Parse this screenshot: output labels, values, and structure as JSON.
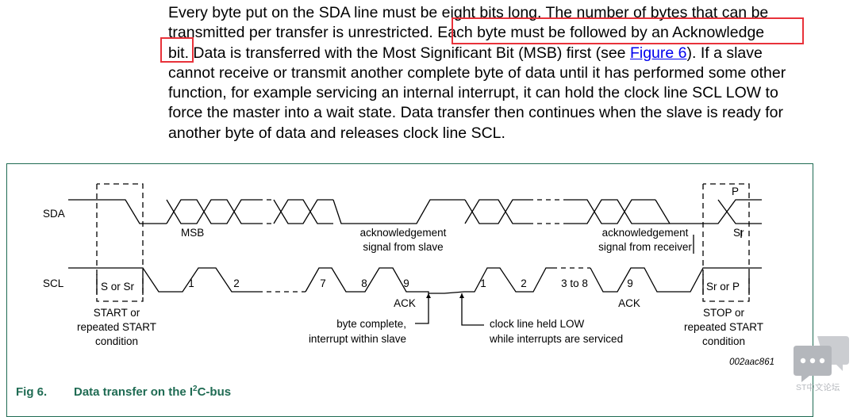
{
  "paragraph": {
    "lines": [
      "Every byte put on the SDA line must be eight bits long. The number of bytes that can be",
      "transmitted per transfer is unrestricted. Each byte must be followed by an Acknowledge",
      "bit. Data is transferred with the Most Significant Bit (MSB) first (see ",
      "Figure 6",
      "). If a slave",
      "cannot receive or transmit another complete byte of data until it has performed some other",
      "function, for example servicing an internal interrupt, it can hold the clock line SCL LOW to",
      "force the master into a wait state. Data transfer then continues when the slave is ready for",
      "another byte of data and releases clock line SCL."
    ]
  },
  "highlight_color": "#e8323a",
  "figure": {
    "sda_label": "SDA",
    "scl_label": "SCL",
    "p_label": "P",
    "sr_label": "Sr",
    "msb_label": "MSB",
    "ack_signal_slave": [
      "acknowledgement",
      "signal from slave"
    ],
    "ack_signal_receiver": [
      "acknowledgement",
      "signal from receiver"
    ],
    "s_or_sr": "S or Sr",
    "sr_or_p": "Sr or P",
    "clock_numbers_1": [
      "1",
      "2",
      "7",
      "8",
      "9"
    ],
    "clock_numbers_2": [
      "1",
      "2",
      "3 to 8",
      "9"
    ],
    "ack_label": "ACK",
    "start_cond": [
      "START or",
      "repeated START",
      "condition"
    ],
    "byte_complete": [
      "byte complete,",
      "interrupt within slave"
    ],
    "clock_held": [
      "clock line held LOW",
      "while interrupts are serviced"
    ],
    "stop_cond": [
      "STOP or",
      "repeated START",
      "condition"
    ],
    "fig_code": "002aac861",
    "frame_color": "#1f6b53"
  },
  "caption": {
    "number": "Fig 6.",
    "title_pre": "Data transfer on the I",
    "title_sup": "2",
    "title_post": "C-bus"
  },
  "watermark": {
    "text": "ST中文论坛",
    "icon": "chat-bubbles-icon"
  }
}
